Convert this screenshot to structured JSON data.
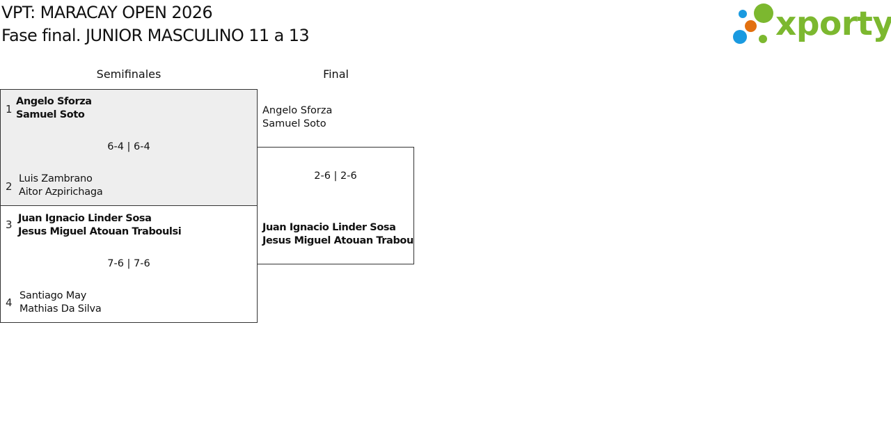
{
  "header": {
    "title_line1": "VPT: MARACAY OPEN 2026",
    "title_line2": "Fase final. JUNIOR MASCULINO 11 a 13"
  },
  "logo": {
    "wordmark": "xporty",
    "colors": {
      "green": "#7cb82f",
      "blue": "#1a9ae0",
      "orange": "#e2700f"
    }
  },
  "rounds": [
    {
      "label": "Semifinales"
    },
    {
      "label": "Final"
    }
  ],
  "semifinals": [
    {
      "score": "6-4 | 6-4",
      "highlighted": true,
      "team_a": {
        "seed": "1",
        "players": [
          "Angelo Sforza",
          "Samuel Soto"
        ],
        "winner": true
      },
      "team_b": {
        "seed": "2",
        "players": [
          "Luis Zambrano",
          "Aitor Azpirichaga"
        ],
        "winner": false
      }
    },
    {
      "score": "7-6 | 7-6",
      "highlighted": false,
      "team_a": {
        "seed": "3",
        "players": [
          "Juan Ignacio Linder Sosa",
          "Jesus Miguel Atouan Traboulsi"
        ],
        "winner": true
      },
      "team_b": {
        "seed": "4",
        "players": [
          "Santiago May",
          "Mathias Da Silva"
        ],
        "winner": false
      }
    }
  ],
  "final": {
    "score": "2-6 | 2-6",
    "team_a": {
      "players": [
        "Angelo Sforza",
        "Samuel Soto"
      ],
      "winner": false
    },
    "team_b": {
      "players": [
        "Juan Ignacio Linder Sosa",
        "Jesus Miguel Atouan Traboulsi"
      ],
      "winner": true
    }
  },
  "colors": {
    "highlight_fill": "#eeeeee",
    "border": "#333333"
  }
}
